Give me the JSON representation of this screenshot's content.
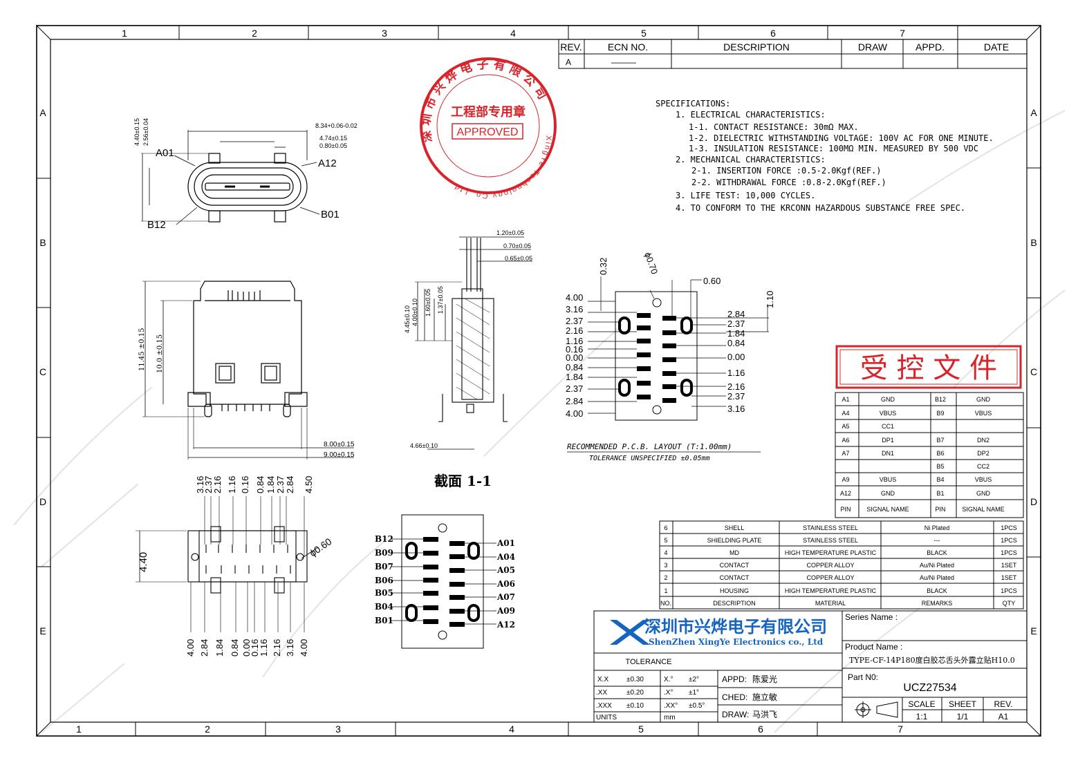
{
  "frame": {
    "cols_top": [
      "1",
      "2",
      "3",
      "4",
      "5",
      "6",
      "7"
    ],
    "cols_bottom": [
      "1",
      "2",
      "3",
      "4",
      "5",
      "6",
      "7"
    ],
    "rows": [
      "A",
      "B",
      "C",
      "D",
      "E"
    ]
  },
  "revision": {
    "headers": [
      "REV.",
      "ECN NO.",
      "DESCRIPTION",
      "DRAW",
      "APPD.",
      "DATE"
    ],
    "row": [
      "A",
      "———",
      "",
      "",
      "",
      ""
    ]
  },
  "stamp": {
    "ring": "深圳市兴烨电子有限公司",
    "ring_en": "XingYe Technology Co.,Ltd",
    "center": "工程部专用章",
    "approved": "APPROVED"
  },
  "specs": {
    "title": "SPECIFICATIONS:",
    "lines": [
      "1. ELECTRICAL CHARACTERISTICS:",
      "1-1. CONTACT RESISTANCE: 30mΩ MAX.",
      "1-2. DIELECTRIC WITHSTANDING VOLTAGE: 100V AC FOR ONE MINUTE.",
      "1-3. INSULATION RESISTANCE: 100MΩ MIN. MEASURED BY 500 VDC",
      "2. MECHANICAL CHARACTERISTICS:",
      "2-1. INSERTION FORCE :0.5-2.0Kgf(REF.)",
      "2-2. WITHDRAWAL FORCE :0.8-2.0Kgf(REF.)",
      "3. LIFE TEST: 10,000 CYCLES.",
      "4. TO CONFORM TO THE KRCONN HAZARDOUS SUBSTANCE FREE SPEC."
    ]
  },
  "controlled": "受 控 文 件",
  "top_view": {
    "dims": [
      "4.40±0.15",
      "2.56±0.04",
      "8.34+0.06-0.02",
      "4.74±0.15",
      "0.80±0.05"
    ],
    "labels": [
      "A01",
      "A12",
      "B12",
      "B01"
    ]
  },
  "front_view": {
    "dims": [
      "11.45 ±0.15",
      "10.0 ±0.15",
      "8.00±0.15",
      "9.00±0.15"
    ]
  },
  "section": {
    "dims": [
      "1.20±0.05",
      "0.70±0.05",
      "0.65±0.05",
      "4.45±0.10",
      "4.00±0.10",
      "1.60±0.05",
      "1.37±0.05",
      "4.66±0.10"
    ],
    "caption": "截面 1-1"
  },
  "pcb": {
    "dims_top": [
      "0.32",
      "ϕ0.70",
      "0.60",
      "1.10"
    ],
    "left": [
      "4.00",
      "3.16",
      "2.37",
      "2.16",
      "1.16",
      "0.16",
      "0.00",
      "0.84",
      "1.84",
      "2.37",
      "2.84",
      "4.00"
    ],
    "right": [
      "2.84",
      "2.37",
      "1.84",
      "0.84",
      "0.00",
      "1.16",
      "2.16",
      "2.37",
      "3.16"
    ],
    "caption": "RECOMMENDED  P.C.B. LAYOUT  (T:1.00mm)",
    "tolerance": "TOLERANCE UNSPECIFIED  ±0.05mm"
  },
  "bottom_view": {
    "top_dims": [
      "3.16",
      "2.37",
      "2.16",
      "1.16",
      "0.16",
      "0.84",
      "1.84",
      "2.37",
      "2.84",
      "4.50"
    ],
    "bottom_dims": [
      "4.00",
      "2.84",
      "1.84",
      "0.84",
      "0.00",
      "0.16",
      "1.16",
      "2.16",
      "3.16",
      "4.00"
    ],
    "side": "4.40",
    "dia": "ϕ0.60"
  },
  "pin_view": {
    "left": [
      "B12",
      "B09",
      "B07",
      "B06",
      "B05",
      "B04",
      "B01"
    ],
    "right": [
      "A01",
      "A04",
      "A05",
      "A06",
      "A07",
      "A09",
      "A12"
    ]
  },
  "signals": {
    "rows": [
      [
        "A1",
        "GND",
        "B12",
        "GND"
      ],
      [
        "A4",
        "VBUS",
        "B9",
        "VBUS"
      ],
      [
        "A5",
        "CC1",
        "",
        ""
      ],
      [
        "A6",
        "DP1",
        "B7",
        "DN2"
      ],
      [
        "A7",
        "DN1",
        "B6",
        "DP2"
      ],
      [
        "",
        "",
        "B5",
        "CC2"
      ],
      [
        "A9",
        "VBUS",
        "B4",
        "VBUS"
      ],
      [
        "A12",
        "GND",
        "B1",
        "GND"
      ],
      [
        "PIN",
        "SIGNAL NAME",
        "PIN",
        "SIGNAL NAME"
      ]
    ]
  },
  "bom": {
    "rows": [
      [
        "6",
        "SHELL",
        "STAINLESS STEEL",
        "Ni Plated",
        "1PCS"
      ],
      [
        "5",
        "SHIELDING PLATE",
        "STAINLESS STEEL",
        "---",
        "1PCS"
      ],
      [
        "4",
        "MD",
        "HIGH TEMPERATURE PLASTIC",
        "BLACK",
        "1PCS"
      ],
      [
        "3",
        "CONTACT",
        "COPPER ALLOY",
        "Au/Ni Plated",
        "1SET"
      ],
      [
        "2",
        "CONTACT",
        "COPPER ALLOY",
        "Au/Ni Plated",
        "1SET"
      ],
      [
        "1",
        "HOUSING",
        "HIGH TEMPERATURE PLASTIC",
        "BLACK",
        "1PCS"
      ],
      [
        "NO.",
        "DESCRIPTION",
        "MATERIAL",
        "REMARKS",
        "QTY"
      ]
    ]
  },
  "title_block": {
    "company_cn": "深圳市兴烨电子有限公司",
    "company_en": "ShenZhen XingYe Electronics co., Ltd",
    "series_label": "Series Name :",
    "product_label": "Product Name :",
    "product_name": "TYPE-CF-14P180度白胶芯舌头外露立贴H10.0",
    "part_label": "Part N0:",
    "part_no": "UCZ27534",
    "tolerance": "TOLERANCE",
    "tol_rows": [
      [
        "X.X",
        "±0.30",
        "X.°",
        "±2°"
      ],
      [
        ".XX",
        "±0.20",
        ".X°",
        "±1°"
      ],
      [
        ".XXX",
        "±0.10",
        ".XX°",
        "±0.5°"
      ]
    ],
    "units_label": "UNITS",
    "units": "mm",
    "appd": "APPD:",
    "appd_name": "陈爱光",
    "ched": "CHED:",
    "ched_name": "施立敏",
    "draw": "DRAW:",
    "draw_name": "马洪飞",
    "scale_label": "SCALE",
    "sheet_label": "SHEET",
    "rev_label": "REV.",
    "scale": "1:1",
    "sheet": "1/1",
    "rev": "A1"
  }
}
